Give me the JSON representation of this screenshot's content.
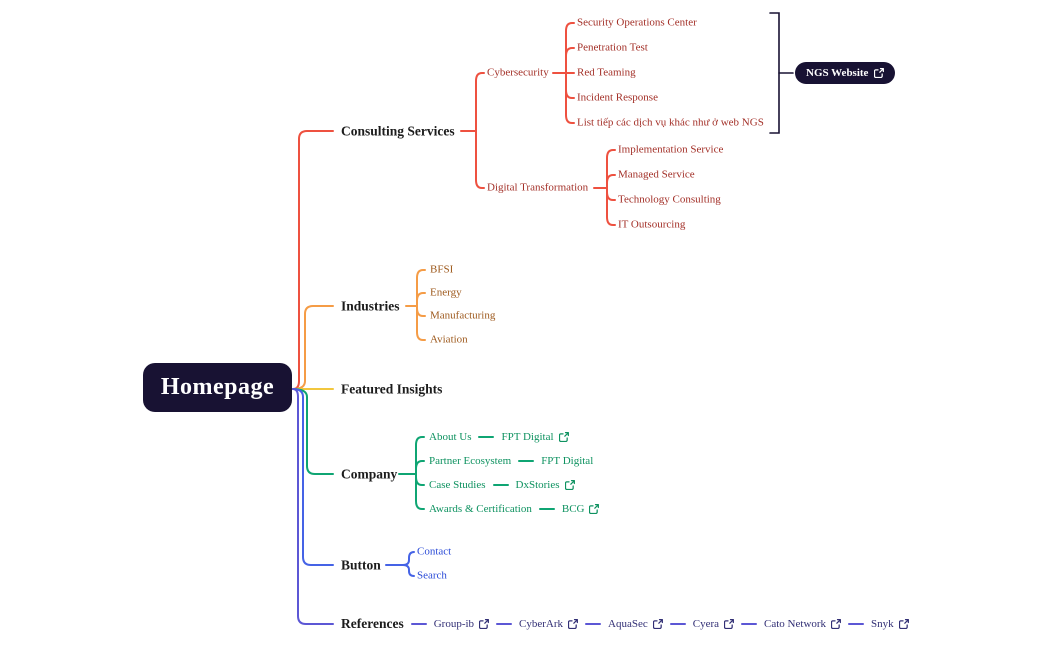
{
  "colors": {
    "dark": "#181233",
    "ink": "#1c1c1c",
    "red_line": "#ee5140",
    "red_text": "#a33028",
    "orange_line": "#f59c46",
    "orange_text": "#9e5a1e",
    "yellow_line": "#f2c73e",
    "green_line": "#0fa573",
    "green_text": "#0e9260",
    "blue_line": "#4563e6",
    "blue_text": "#2b4bd7",
    "indigo_line": "#5c57d5",
    "indigo_text": "#322f75"
  },
  "root": {
    "label": "Homepage"
  },
  "branches": {
    "consulting": {
      "label": "Consulting Services",
      "cybersecurity": {
        "label": "Cybersecurity",
        "children": [
          "Security Operations Center",
          "Penetration Test",
          "Red Teaming",
          "Incident Response",
          "List tiếp các dịch vụ khác như ở web NGS"
        ],
        "action": {
          "label": "NGS Website"
        }
      },
      "digital_transformation": {
        "label": "Digital Transformation",
        "children": [
          "Implementation Service",
          "Managed Service",
          "Technology Consulting",
          "IT Outsourcing"
        ]
      }
    },
    "industries": {
      "label": "Industries",
      "children": [
        "BFSI",
        "Energy",
        "Manufacturing",
        "Aviation"
      ]
    },
    "featured_insights": {
      "label": "Featured Insights"
    },
    "company": {
      "label": "Company",
      "items": [
        {
          "label": "About Us",
          "link": "FPT Digital",
          "external": true
        },
        {
          "label": "Partner Ecosystem",
          "link": "FPT Digital",
          "external": false
        },
        {
          "label": "Case Studies",
          "link": "DxStories",
          "external": true
        },
        {
          "label": "Awards & Certification",
          "link": "BCG",
          "external": true
        }
      ]
    },
    "button": {
      "label": "Button",
      "children": [
        "Contact",
        "Search"
      ]
    },
    "references": {
      "label": "References",
      "chain": [
        "Group-ib",
        "CyberArk",
        "AquaSec",
        "Cyera",
        "Cato Network",
        "Snyk"
      ]
    }
  }
}
